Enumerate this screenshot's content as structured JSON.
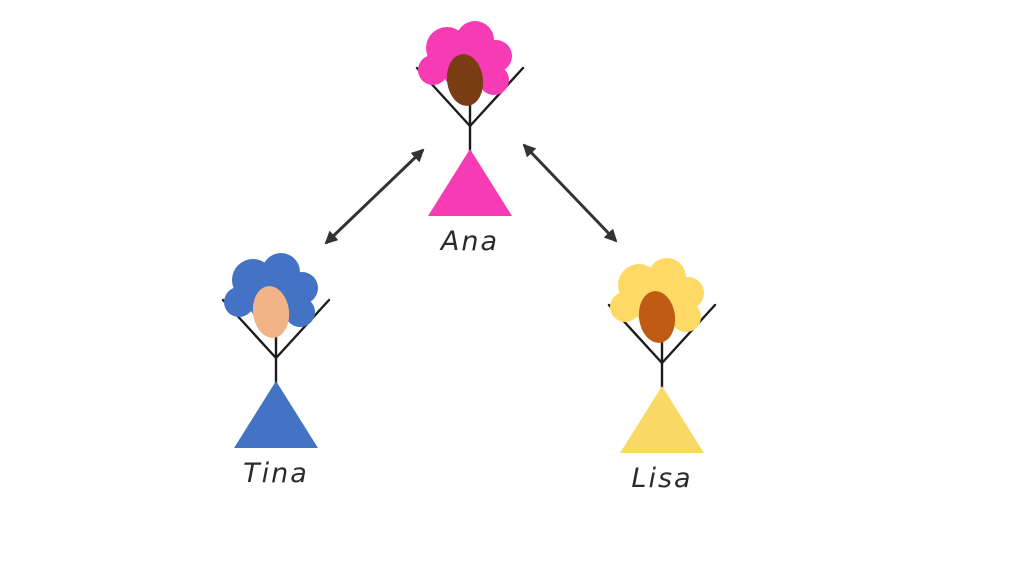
{
  "diagram": {
    "title": "family-relationship-diagram",
    "background_color": "#ffffff",
    "line_color": "#1c1c1c",
    "arrow_color": "#333333",
    "label_color": "#2b2b2b",
    "people": [
      {
        "id": "ana",
        "name": "Ana",
        "position": "top-center",
        "hair_color": "#f73bb4",
        "face_color": "#7b3e14",
        "body_color": "#f73bb4"
      },
      {
        "id": "tina",
        "name": "Tina",
        "position": "bottom-left",
        "hair_color": "#4472c4",
        "face_color": "#f2b386",
        "body_color": "#4472c4"
      },
      {
        "id": "lisa",
        "name": "Lisa",
        "position": "bottom-right",
        "hair_color": "#fed966",
        "face_color": "#c05b14",
        "body_color": "#fbd966"
      }
    ],
    "relationships": [
      {
        "from": "Ana",
        "to": "Tina",
        "style": "double-headed-arrow"
      },
      {
        "from": "Ana",
        "to": "Lisa",
        "style": "double-headed-arrow"
      }
    ]
  }
}
